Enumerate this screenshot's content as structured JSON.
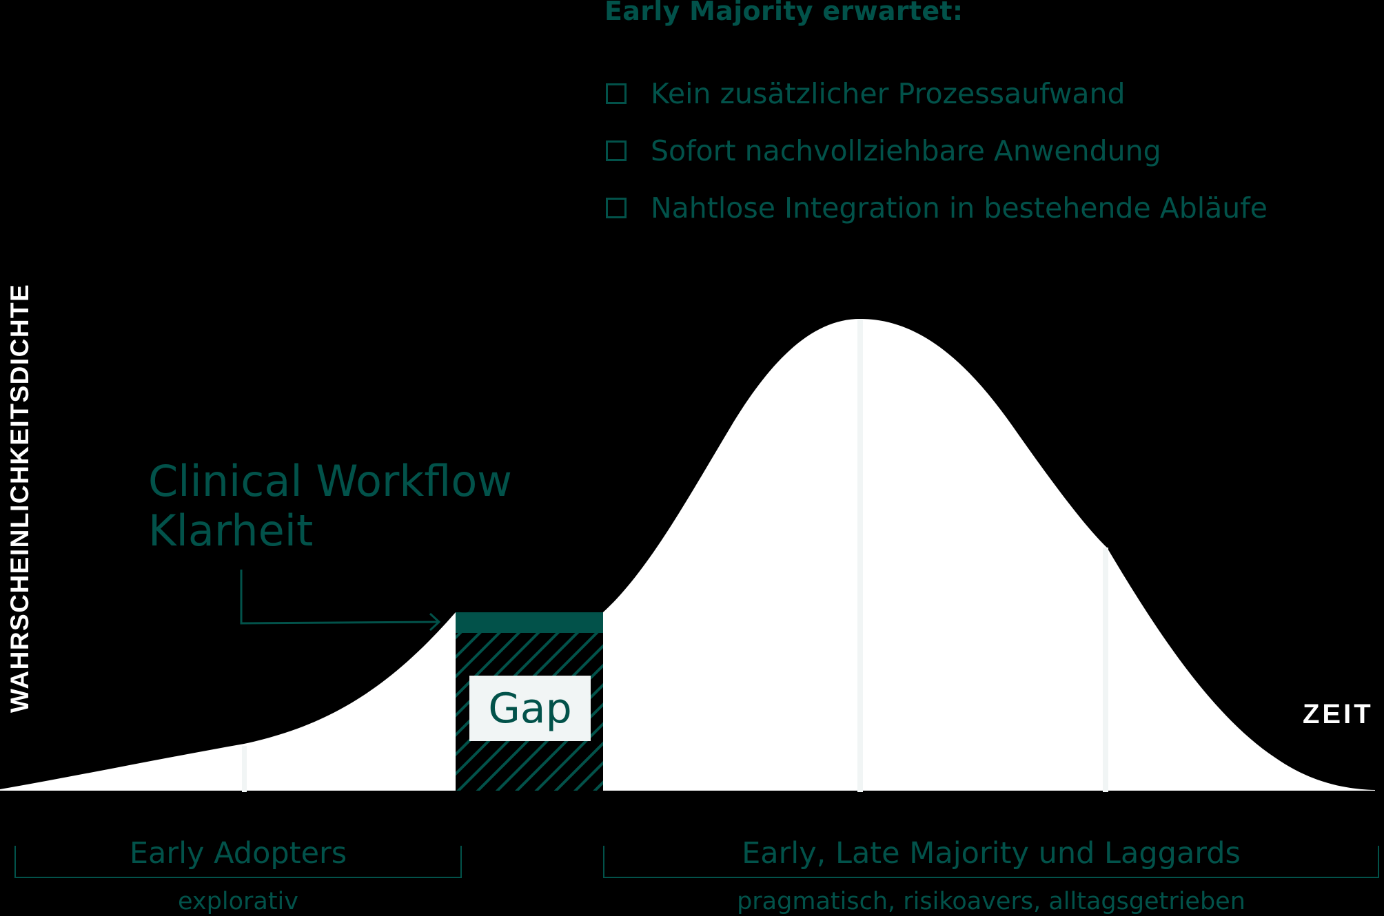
{
  "axes": {
    "y_label": "WAHRSCHEINLICHKEITSDICHTE",
    "x_label": "ZEIT"
  },
  "expectations": {
    "title": "Early Majority erwartet:",
    "items": [
      {
        "icon": "checkbox-empty-icon",
        "label": "Kein zusätzlicher Prozessaufwand"
      },
      {
        "icon": "checkbox-empty-icon",
        "label": "Sofort nachvollziehbare Anwendung"
      },
      {
        "icon": "checkbox-empty-icon",
        "label": "Nahtlose Integration in bestehende Abläufe"
      }
    ]
  },
  "annotation": {
    "line1": "Clinical Workflow",
    "line2": "Klarheit",
    "arrow_icon": "elbow-arrow-right-icon"
  },
  "gap": {
    "label": "Gap"
  },
  "segments": [
    {
      "label": "Early Adopters",
      "sublabel": "explorativ"
    },
    {
      "label": "Early, Late Majority und Laggards",
      "sublabel": "pragmatisch, risikoavers, alltagsgetrieben"
    }
  ],
  "colors": {
    "background": "#000000",
    "curve_fill": "#ffffff",
    "accent": "#02524a",
    "marker_lines": "#f1f5f5",
    "gap_label_bg": "#f1f5f5"
  },
  "chart_data": {
    "type": "area",
    "title": "Technology adoption lifecycle with chasm (Gap)",
    "xlabel": "ZEIT",
    "ylabel": "WAHRSCHEINLICHKEITSDICHTE",
    "grid": false,
    "legend": "none",
    "curve": "bell-shaped probability density, long left tail, peak near middle-right",
    "markers": [
      "Early Adopters boundary",
      "mean / peak",
      "+1 standard deviation"
    ],
    "regions": [
      {
        "name": "Early Adopters",
        "descriptor": "explorativ"
      },
      {
        "name": "Gap",
        "descriptor": "Clinical Workflow Klarheit"
      },
      {
        "name": "Early, Late Majority und Laggards",
        "descriptor": "pragmatisch, risikoavers, alltagsgetrieben"
      }
    ]
  }
}
